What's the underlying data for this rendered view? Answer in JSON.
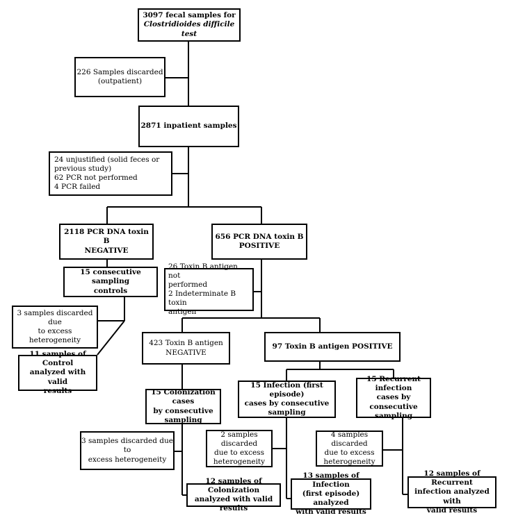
{
  "boxes": {
    "fecal_samples": {
      "line1": "3097 fecal samples for",
      "line2": "Clostridioides difficile test"
    },
    "outpatient_discarded": {
      "line1": "226 Samples discarded",
      "line2": "(outpatient)"
    },
    "inpatient": {
      "text": "2871 inpatient samples"
    },
    "excluded": {
      "line1": "24 unjustified (solid feces or",
      "line2": "previous study)",
      "line3": "62 PCR not performed",
      "line4": "4 PCR failed"
    },
    "pcr_negative": {
      "line1": "2118 PCR DNA toxin B",
      "line2": "NEGATIVE"
    },
    "pcr_positive": {
      "line1": "656 PCR DNA toxin B",
      "line2": "POSITIVE"
    },
    "controls_sampling": {
      "line1": "15 consecutive sampling",
      "line2": "controls"
    },
    "antigen_excluded": {
      "line1": "26 Toxin B antigen not",
      "line2": "performed",
      "line3": "2 Indeterminate B toxin",
      "line4": "antigen"
    },
    "controls_discarded": {
      "line1": "3 samples discarded due",
      "line2": "to excess heterogeneity"
    },
    "antigen_negative": {
      "line1": "423 Toxin B antigen",
      "line2": "NEGATIVE"
    },
    "antigen_positive": {
      "text": "97 Toxin B antigen POSITIVE"
    },
    "controls_valid": {
      "line1": "11 samples of Control",
      "line2": "analyzed with valid",
      "line3": "results"
    },
    "colonization_sampling": {
      "line1": "15 Colonization cases",
      "line2": "by consecutive",
      "line3": "sampling"
    },
    "infection_sampling": {
      "line1": "15 Infection (first episode)",
      "line2": "cases by consecutive sampling"
    },
    "recurrent_sampling": {
      "line1": "15 Recurrent infection",
      "line2": "cases by consecutive",
      "line3": "sampling"
    },
    "colonization_discarded": {
      "line1": "3 samples discarded due to",
      "line2": "excess heterogeneity"
    },
    "infection_discarded": {
      "line1": "2 samples discarded",
      "line2": "due to excess",
      "line3": "heterogeneity"
    },
    "recurrent_discarded": {
      "line1": "4 samples discarded",
      "line2": "due to excess",
      "line3": "heterogeneity"
    },
    "colonization_valid": {
      "line1": "12 samples of Colonization",
      "line2": "analyzed with valid results"
    },
    "infection_valid": {
      "line1": "13 samples of Infection",
      "line2": "(first episode) analyzed",
      "line3": "with valid results"
    },
    "recurrent_valid": {
      "line1": "12 samples of Recurrent",
      "line2": "infection analyzed with",
      "line3": "valid results"
    }
  }
}
